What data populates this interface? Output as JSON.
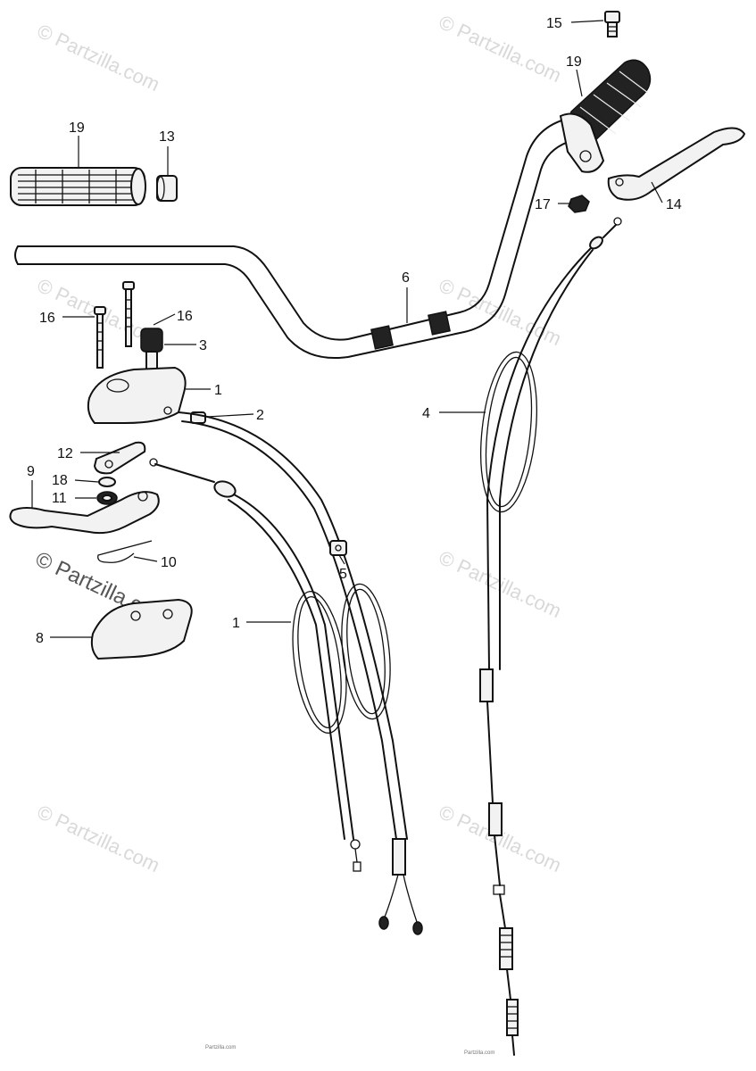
{
  "watermark": {
    "small": "© Partzilla.com",
    "large": "© Partzilla.com"
  },
  "callouts": {
    "c1a": "1",
    "c1b": "1",
    "c2": "2",
    "c3": "3",
    "c4": "4",
    "c5": "5",
    "c6": "6",
    "c8": "8",
    "c9": "9",
    "c10": "10",
    "c11": "11",
    "c12": "12",
    "c13": "13",
    "c14": "14",
    "c15": "15",
    "c16a": "16",
    "c16b": "16",
    "c17": "17",
    "c18": "18",
    "c19a": "19",
    "c19b": "19"
  },
  "footer": {
    "line1": "Partzilla.com",
    "line2": "Partzilla.com"
  },
  "colors": {
    "line": "#111111",
    "watermark": "#d9d9d9",
    "background": "#ffffff"
  }
}
